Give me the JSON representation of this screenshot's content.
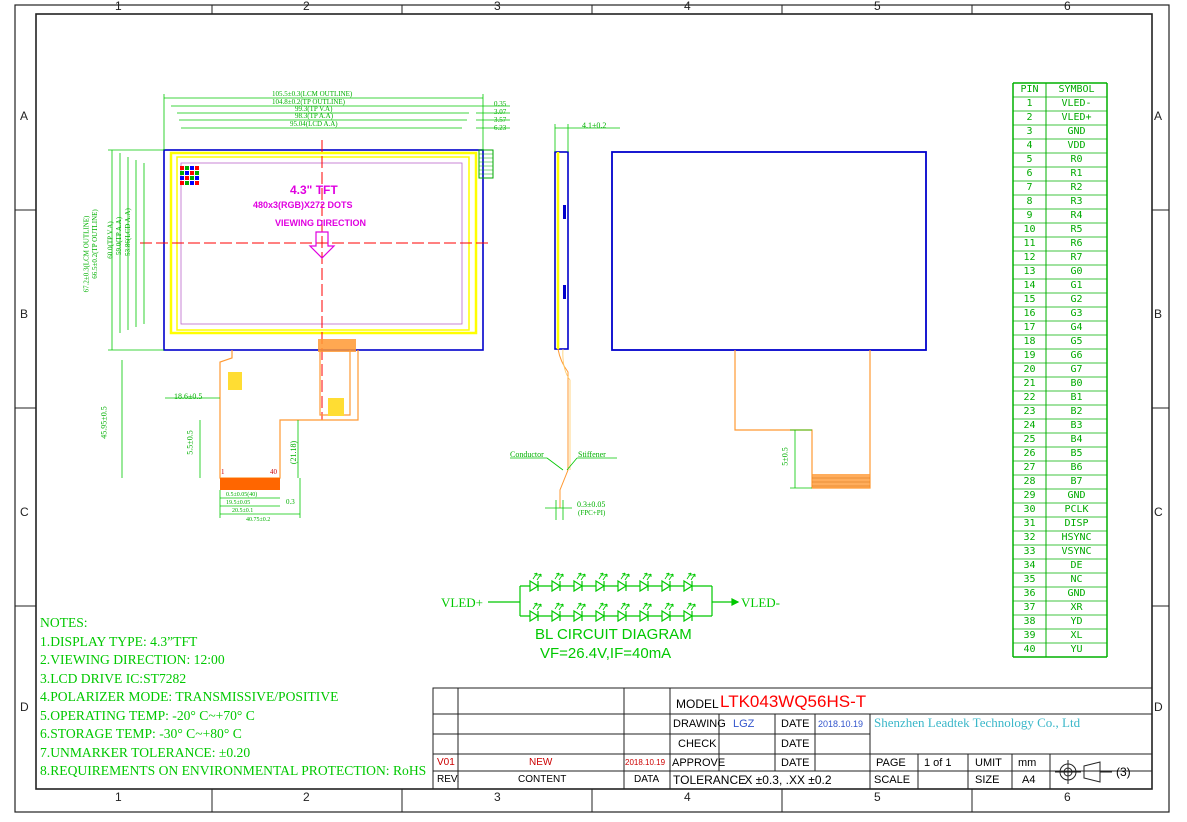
{
  "zones": {
    "columns": [
      "1",
      "2",
      "3",
      "4",
      "5",
      "6"
    ],
    "rows": [
      "A",
      "B",
      "C",
      "D"
    ]
  },
  "notes": {
    "heading": "NOTES:",
    "items": [
      "1.DISPLAY TYPE:  4.3”TFT",
      "2.VIEWING DIRECTION: 12:00",
      "3.LCD DRIVE IC:ST7282",
      "4.POLARIZER MODE: TRANSMISSIVE/POSITIVE",
      "5.OPERATING TEMP: -20° C~+70° C",
      "6.STORAGE TEMP: -30° C~+80° C",
      "7.UNMARKER TOLERANCE: ±0.20",
      "8.REQUIREMENTS ON ENVIRONMENTAL PROTECTION: RoHS"
    ]
  },
  "front_view": {
    "title_line1": "4.3\" TFT",
    "title_line2": "480x3(RGB)X272 DOTS",
    "title_line3": "VIEWING DIRECTION",
    "dims_top": [
      "105.5±0.3(LCM OUTLINE)",
      "104.8±0.2(TP OUTLINE)",
      "99.3(TP V.A)",
      "98.3(TP A.A)",
      "95.04(LCD A.A)"
    ],
    "dims_right": [
      "0.35",
      "3.07",
      "3.57",
      "6.23"
    ],
    "dims_left": [
      "67.2±0.3(LCM OUTLINE)",
      "66.5±0.2(TP OUTLINE)",
      "60.0(TP V.A)",
      "59.0(TP A.A)",
      "53.86(LCD A.A)"
    ],
    "dim_fpc_offset": "18.6±0.5",
    "dim_fpc_length": "45.95±0.5",
    "dim_fpc_bend": "5.5±0.5",
    "dim_fpc_21": "(21.18)",
    "dim_bottom": [
      "0.5±0.05(40)",
      "19.5±0.05",
      "20.5±0.1",
      "40.75±0.2"
    ],
    "dim_03": "0.3",
    "pin1": "1",
    "pin40": "40"
  },
  "side_view": {
    "thickness": "4.1±0.2",
    "conductor": "Conductor",
    "stiffener": "Stiffener",
    "fpc_thk": "0.3±0.05",
    "fpc_note": "(FPC+PI)"
  },
  "rear_view": {
    "dim_fpc": "5±0.5"
  },
  "circuit": {
    "left_label": "VLED+",
    "right_label": "VLED-",
    "title": "BL CIRCUIT DIAGRAM",
    "spec": "VF=26.4V,IF=40mA",
    "led_count_per_row": 8
  },
  "pin_table": {
    "headers": [
      "PIN",
      "SYMBOL"
    ],
    "rows": [
      [
        "1",
        "VLED-"
      ],
      [
        "2",
        "VLED+"
      ],
      [
        "3",
        "GND"
      ],
      [
        "4",
        "VDD"
      ],
      [
        "5",
        "R0"
      ],
      [
        "6",
        "R1"
      ],
      [
        "7",
        "R2"
      ],
      [
        "8",
        "R3"
      ],
      [
        "9",
        "R4"
      ],
      [
        "10",
        "R5"
      ],
      [
        "11",
        "R6"
      ],
      [
        "12",
        "R7"
      ],
      [
        "13",
        "G0"
      ],
      [
        "14",
        "G1"
      ],
      [
        "15",
        "G2"
      ],
      [
        "16",
        "G3"
      ],
      [
        "17",
        "G4"
      ],
      [
        "18",
        "G5"
      ],
      [
        "19",
        "G6"
      ],
      [
        "20",
        "G7"
      ],
      [
        "21",
        "B0"
      ],
      [
        "22",
        "B1"
      ],
      [
        "23",
        "B2"
      ],
      [
        "24",
        "B3"
      ],
      [
        "25",
        "B4"
      ],
      [
        "26",
        "B5"
      ],
      [
        "27",
        "B6"
      ],
      [
        "28",
        "B7"
      ],
      [
        "29",
        "GND"
      ],
      [
        "30",
        "PCLK"
      ],
      [
        "31",
        "DISP"
      ],
      [
        "32",
        "HSYNC"
      ],
      [
        "33",
        "VSYNC"
      ],
      [
        "34",
        "DE"
      ],
      [
        "35",
        "NC"
      ],
      [
        "36",
        "GND"
      ],
      [
        "37",
        "XR"
      ],
      [
        "38",
        "YD"
      ],
      [
        "39",
        "XL"
      ],
      [
        "40",
        "YU"
      ]
    ]
  },
  "title_block": {
    "model_label": "MODEL",
    "model_value": "LTK043WQ56HS-T",
    "drawing_label": "DRAWING",
    "drawing_value": "LGZ",
    "date_label": "DATE",
    "drawing_date": "2018.10.19",
    "check_label": "CHECK",
    "approve_label": "APPROVE",
    "company": "Shenzhen Leadtek Technology Co., Ltd",
    "rev_value": "V01",
    "content_value": "NEW",
    "rev_date": "2018.10.19",
    "rev_label": "REV.",
    "content_label": "CONTENT",
    "data_label": "DATA",
    "tolerance_label": "TOLERANCE",
    "tolerance_value": ".X  ±0.3,  .XX  ±0.2",
    "page_label": "PAGE",
    "page_value": "1  of  1",
    "unit_label": "UMIT",
    "unit_value": "mm",
    "scale_label": "SCALE",
    "size_label": "SIZE",
    "size_value": "A4",
    "projection": "(3)"
  },
  "colors": {
    "frame": "#222222",
    "dimension": "#00c800",
    "outline": "#0000cc",
    "lcm": "#ffff00",
    "fpc": "#ff9933",
    "centerline": "#ff0000",
    "title": "#e000e0",
    "model": "#ff0000",
    "company": "#3ab7c9"
  }
}
